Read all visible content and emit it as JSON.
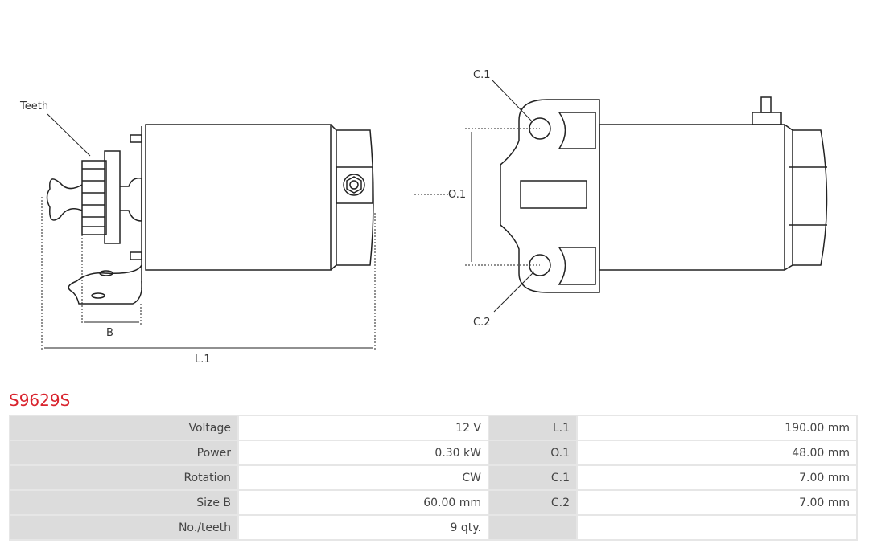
{
  "drawing": {
    "labels": {
      "teeth": "Teeth",
      "b": "B",
      "l1": "L.1",
      "c1": "C.1",
      "c2": "C.2",
      "o1": "O.1"
    }
  },
  "product": {
    "code": "S9629S"
  },
  "specs": [
    {
      "label": "Voltage",
      "value": "12 V",
      "label2": "L.1",
      "value2": "190.00 mm"
    },
    {
      "label": "Power",
      "value": "0.30 kW",
      "label2": "O.1",
      "value2": "48.00 mm"
    },
    {
      "label": "Rotation",
      "value": "CW",
      "label2": "C.1",
      "value2": "7.00 mm"
    },
    {
      "label": "Size B",
      "value": "60.00 mm",
      "label2": "C.2",
      "value2": "7.00 mm"
    },
    {
      "label": "No./teeth",
      "value": "9 qty.",
      "label2": "",
      "value2": ""
    }
  ],
  "colors": {
    "title": "#d9232d"
  }
}
